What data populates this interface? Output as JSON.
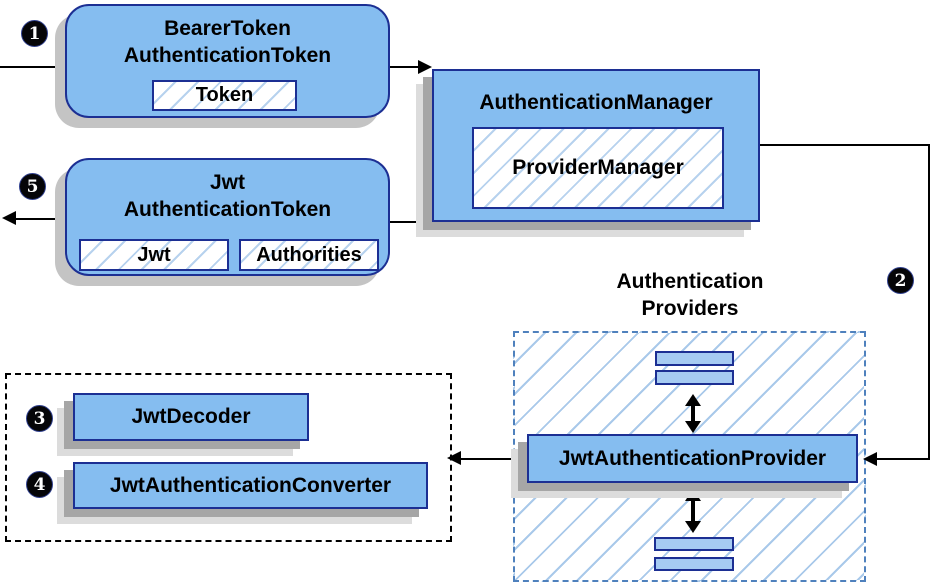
{
  "nodes": {
    "bearer_token": {
      "title_line1": "BearerToken",
      "title_line2": "AuthenticationToken",
      "field": "Token"
    },
    "authentication_manager": {
      "title": "AuthenticationManager",
      "inner": "ProviderManager"
    },
    "jwt_authentication_token": {
      "title_line1": "Jwt",
      "title_line2": "AuthenticationToken",
      "field1": "Jwt",
      "field2": "Authorities"
    },
    "providers_group": {
      "title_line1": "Authentication",
      "title_line2": "Providers"
    },
    "jwt_authentication_provider": {
      "title": "JwtAuthenticationProvider"
    },
    "jwt_decoder": {
      "title": "JwtDecoder"
    },
    "jwt_authentication_converter": {
      "title": "JwtAuthenticationConverter"
    }
  },
  "steps": {
    "s1": "1",
    "s2": "2",
    "s3": "3",
    "s4": "4",
    "s5": "5"
  },
  "colors": {
    "node_fill": "#85bdf0",
    "node_border": "#1c2f93",
    "bar_fill": "#a6cbf2",
    "hatch_line": "#aecbe9",
    "providers_dashed_border": "#4f81bd",
    "black_dashed_border": "#000000",
    "shadow_dark": "#a6a6a6",
    "shadow_light": "#dcdcdc",
    "connector": "#000000",
    "step_badge_bg": "#050508",
    "step_badge_text": "#ffffff"
  }
}
